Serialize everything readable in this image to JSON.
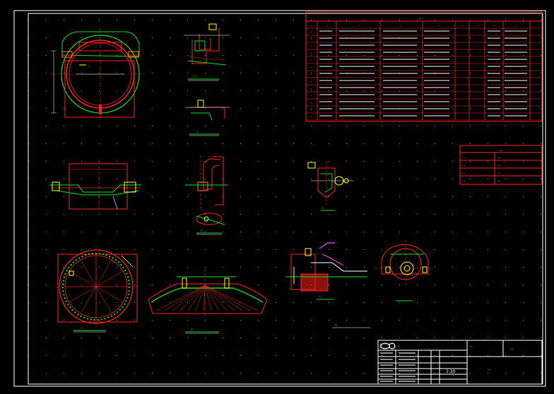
{
  "drawing": {
    "colors": {
      "background": "#000000",
      "frame": "#ffffff",
      "red": "#ff2020",
      "green": "#00e020",
      "yellow": "#ffff00",
      "magenta": "#ff40ff",
      "cyan": "#00e0ff",
      "white": "#ffffff",
      "orange": "#ff8000"
    },
    "view_labels": {
      "v1": "1-1 ...",
      "v2": "A ...",
      "v3": "B ...",
      "v4": "C ...",
      "v5": "D ...",
      "v6": "E ...",
      "v7": "F ...",
      "v8": "G ..."
    },
    "title_block": {
      "company": "...",
      "project": "...",
      "drawing_name": "...",
      "scale": "1:20",
      "stage": "..."
    }
  },
  "parts_table": {
    "title": "...",
    "headers": [
      "...",
      "...",
      "...",
      "...",
      "...",
      "...",
      "...",
      "...",
      "..."
    ],
    "row_count": 13,
    "rows": [
      "...",
      "...",
      "...",
      "...",
      "...",
      "...",
      "...",
      "...",
      "...",
      "...",
      "...",
      "...",
      "..."
    ]
  },
  "notes_table": {
    "title": "...",
    "rows": [
      {
        "label": "...",
        "value": "..."
      },
      {
        "label": "...",
        "value": "..."
      },
      {
        "label": "...",
        "value": "..."
      },
      {
        "label": "...",
        "value": "..."
      }
    ]
  }
}
